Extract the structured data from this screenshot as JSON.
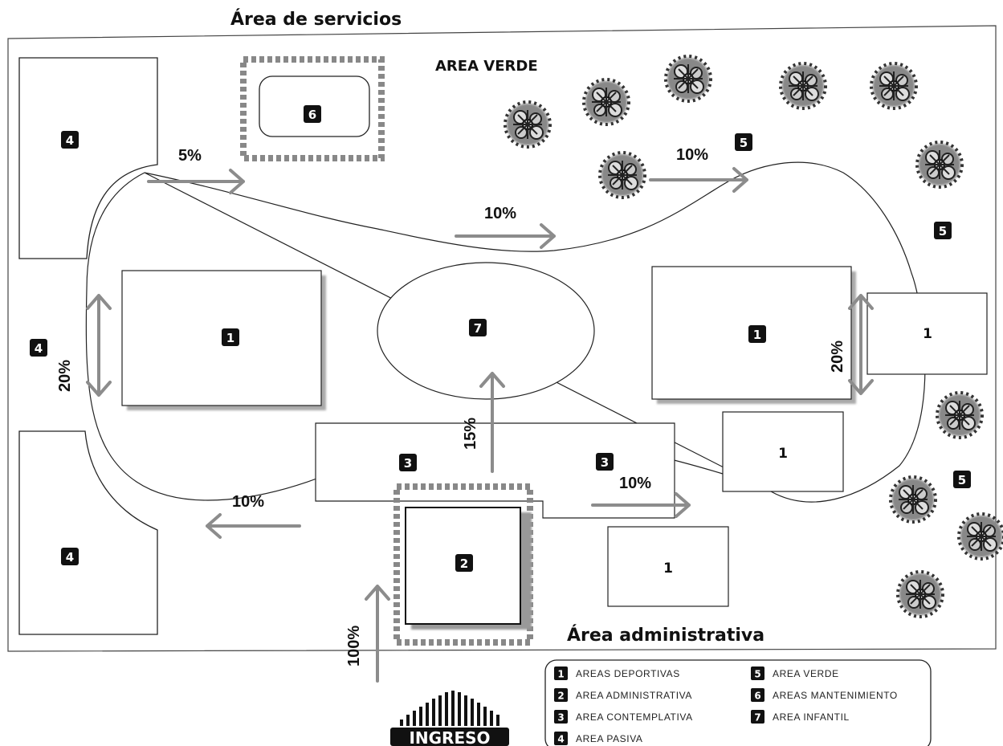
{
  "titles": {
    "service_area": "Área de servicios",
    "green_area": "AREA VERDE",
    "admin_area": "Área administrativa"
  },
  "zones": {
    "z1_left": "1",
    "z1_right": "1",
    "z1_right_small": "1",
    "z1_mid": "1",
    "z1_bottom": "1",
    "z2": "2",
    "z3_left": "3",
    "z3_right": "3",
    "z4_top": "4",
    "z4_mid": "4",
    "z4_bottom": "4",
    "z5_top": "5",
    "z5_right": "5",
    "z5_low": "5",
    "z6": "6",
    "z7": "7"
  },
  "percentages": {
    "top_left": "5%",
    "top_right": "10%",
    "top_mid": "10%",
    "left_vertical": "20%",
    "right_vertical": "20%",
    "center_up": "15%",
    "bottom_left": "10%",
    "bottom_right": "10%",
    "entrance": "100%"
  },
  "entrance_label": "INGRESO",
  "legend": [
    {
      "num": "1",
      "label": "AREAS DEPORTIVAS"
    },
    {
      "num": "2",
      "label": "AREA ADMINISTRATIVA"
    },
    {
      "num": "3",
      "label": "AREA CONTEMPLATIVA"
    },
    {
      "num": "4",
      "label": "AREA PASIVA"
    },
    {
      "num": "5",
      "label": "AREA VERDE"
    },
    {
      "num": "6",
      "label": "AREAS MANTENIMIENTO"
    },
    {
      "num": "7",
      "label": "AREA INFANTIL"
    }
  ]
}
